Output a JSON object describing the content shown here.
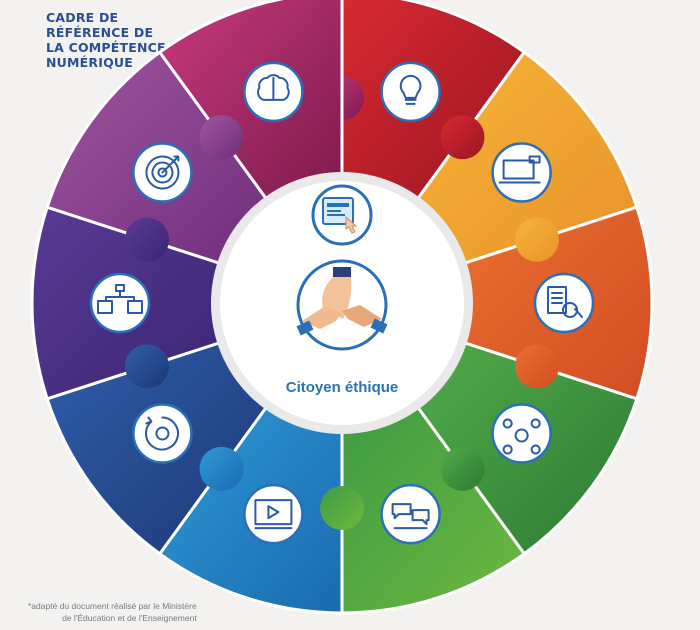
{
  "title_lines": [
    "CADRE DE",
    "RÉFÉRENCE DE",
    "LA COMPÉTENCE",
    "NUMÉRIQUE"
  ],
  "center": {
    "label": "Citoyen éthique",
    "icon": "hands-together-icon"
  },
  "segments": [
    {
      "icon": "lightbulb-icon",
      "color": "#c4202b"
    },
    {
      "icon": "computer-desk-icon",
      "color": "#f0a62e"
    },
    {
      "icon": "document-search-icon",
      "color": "#e2622a"
    },
    {
      "icon": "network-people-icon",
      "color": "#3d9a45"
    },
    {
      "icon": "chat-bubbles-icon",
      "color": "#2e8a3e"
    },
    {
      "icon": "video-player-icon",
      "color": "#1f7ec3"
    },
    {
      "icon": "cycle-arrows-icon",
      "color": "#27468f"
    },
    {
      "icon": "connected-computers-icon",
      "color": "#4a2f86"
    },
    {
      "icon": "target-icon",
      "color": "#8a3d8f"
    },
    {
      "icon": "brain-question-icon",
      "color": "#a6205e"
    }
  ],
  "footnote_lines": [
    "*adapté du document réalisé par le Ministère",
    "de l'Éducation et de l'Enseignement"
  ]
}
